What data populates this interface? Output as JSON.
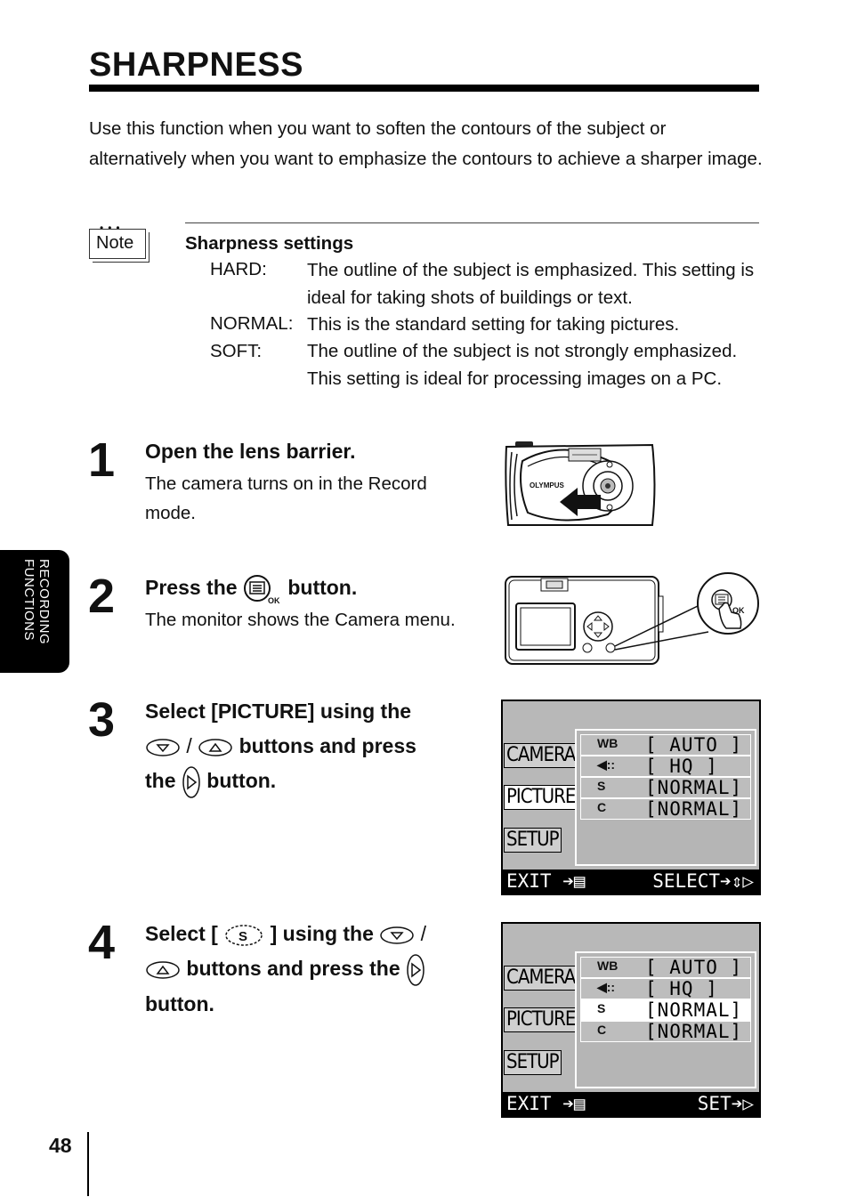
{
  "page": {
    "title": "SHARPNESS",
    "number": "48",
    "side_tab": [
      "RECORDING",
      "FUNCTIONS"
    ]
  },
  "intro": "Use this function when you want to soften the contours of the subject or alternatively when you want to emphasize the contours to achieve a sharper image.",
  "note": {
    "label": "Note",
    "title": "Sharpness settings",
    "items": [
      {
        "term": "HARD:",
        "desc": "The outline of the subject is emphasized. This setting is ideal for taking shots of buildings or text."
      },
      {
        "term": "NORMAL:",
        "desc": "This is the standard setting for taking pictures."
      },
      {
        "term": "SOFT:",
        "desc": "The outline of the subject is not strongly emphasized. This setting is ideal for processing images on a PC."
      }
    ]
  },
  "steps": [
    {
      "num": "1",
      "title": "Open the lens barrier.",
      "desc": "The camera turns on in the Record mode.",
      "brand": "OLYMPUS"
    },
    {
      "num": "2",
      "title_a": "Press the",
      "title_b": "button.",
      "desc": "The monitor shows the Camera menu.",
      "ok": "OK"
    },
    {
      "num": "3",
      "title_a": "Select [PICTURE] using the",
      "title_b": "/",
      "title_c": "buttons and press",
      "title_d": "the",
      "title_e": "button."
    },
    {
      "num": "4",
      "title_a": "Select [",
      "title_b": "] using the",
      "title_c": "/",
      "title_d": "buttons and press the",
      "title_e": "button."
    }
  ],
  "screens": [
    {
      "tabs": [
        "CAMERA",
        "PICTURE",
        "SETUP"
      ],
      "rows": [
        {
          "icon": "WB",
          "value": "[ AUTO ]"
        },
        {
          "icon": "◀::",
          "value": "[  HQ  ]"
        },
        {
          "icon": "S",
          "value": "[NORMAL]"
        },
        {
          "icon": "C",
          "value": "[NORMAL]"
        }
      ],
      "bar_left": "EXIT ➔▤",
      "bar_right": "SELECT➔⇕▷"
    },
    {
      "tabs": [
        "CAMERA",
        "PICTURE",
        "SETUP"
      ],
      "rows": [
        {
          "icon": "WB",
          "value": "[ AUTO ]"
        },
        {
          "icon": "◀::",
          "value": "[  HQ  ]"
        },
        {
          "icon": "S",
          "value": "[NORMAL]"
        },
        {
          "icon": "C",
          "value": "[NORMAL]"
        }
      ],
      "bar_left": "EXIT ➔▤",
      "bar_right": "SET➔▷"
    }
  ]
}
